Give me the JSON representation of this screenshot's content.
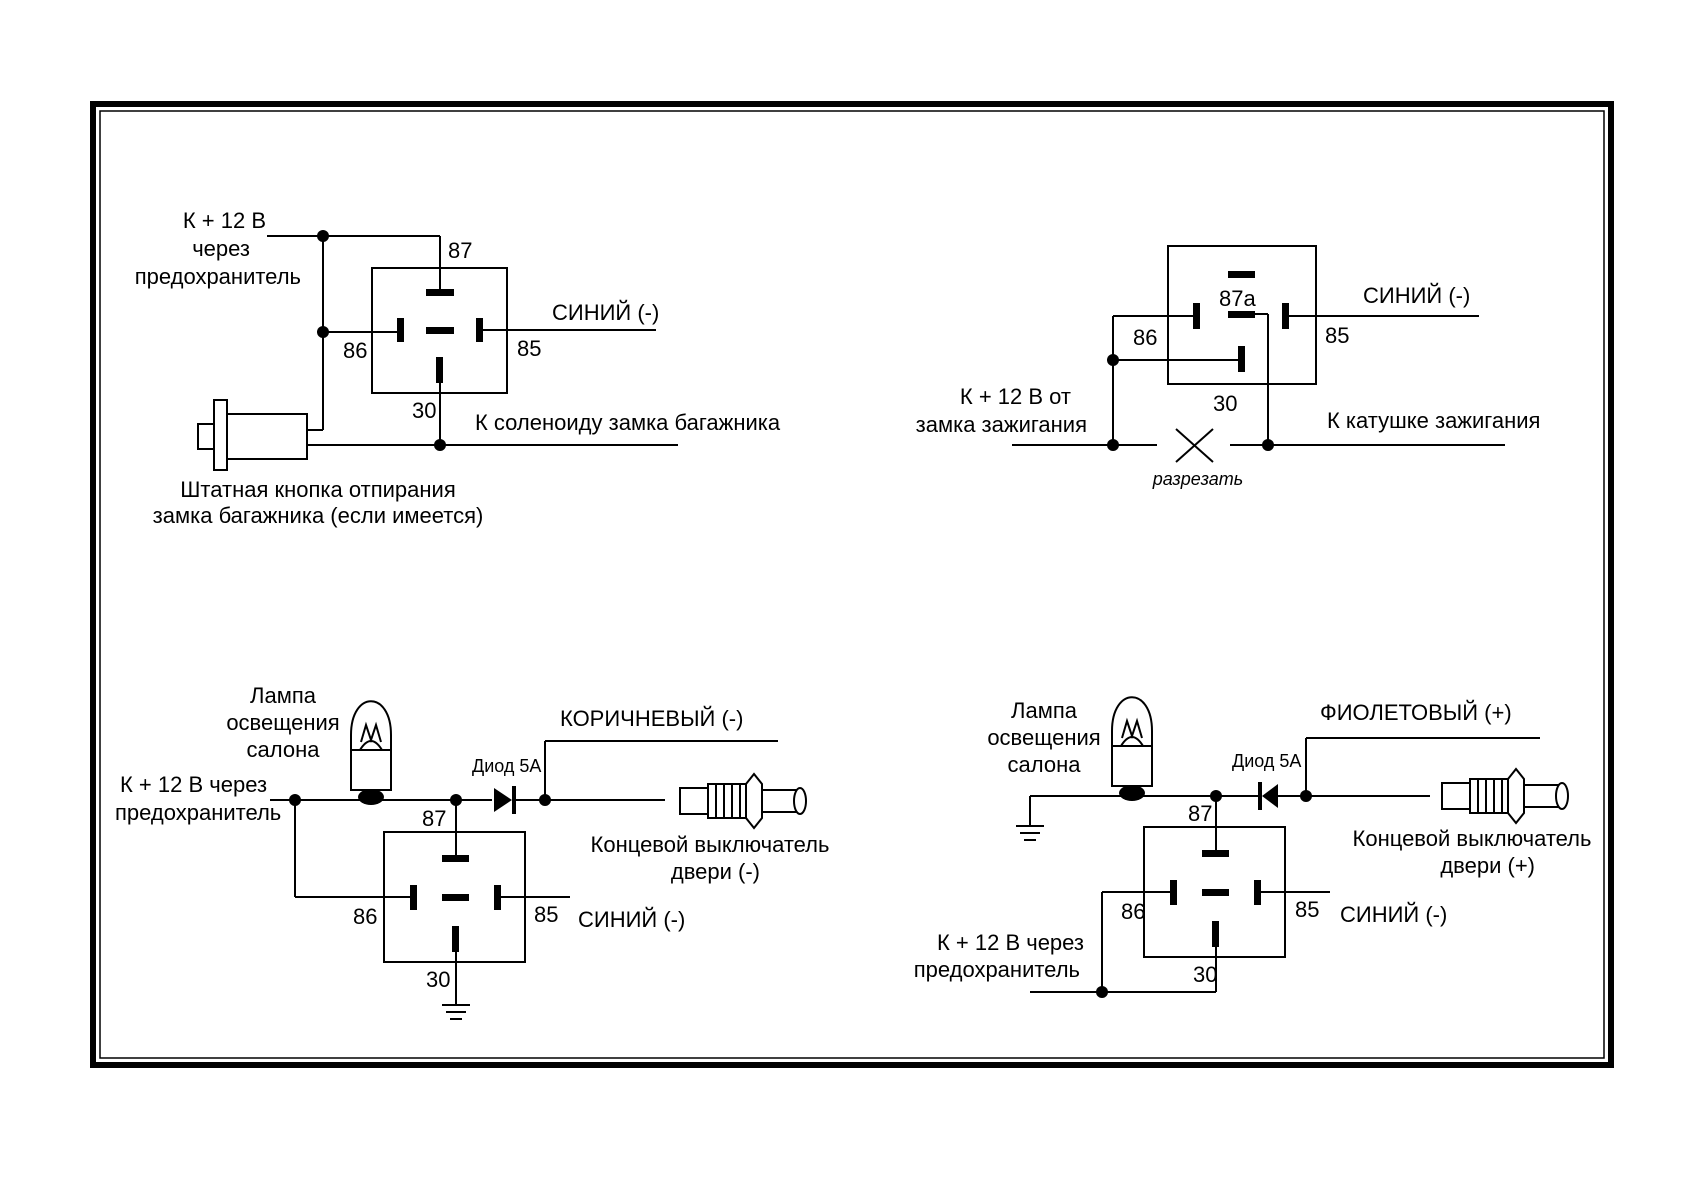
{
  "colors": {
    "ink": "#000000",
    "paper": "#ffffff"
  },
  "top_left": {
    "k12": [
      "К + 12 В",
      "через",
      "предохранитель"
    ],
    "pin87": "87",
    "pin86": "86",
    "pin85": "85",
    "pin30": "30",
    "wire85": "СИНИЙ (-)",
    "wire30": "К соленоиду замка багажника",
    "button": [
      "Штатная кнопка отпирания",
      "замка багажника (если имеется)"
    ]
  },
  "top_right": {
    "pin87a": "87a",
    "pin86": "86",
    "pin85": "85",
    "pin30": "30",
    "wire85": "СИНИЙ (-)",
    "k12": [
      "К + 12 В от",
      "замка зажигания"
    ],
    "coil": "К катушке зажигания",
    "cut": "разрезать"
  },
  "bottom_left": {
    "lamp": [
      "Лампа",
      "освещения",
      "салона"
    ],
    "k12": [
      "К + 12 В через",
      "предохранитель"
    ],
    "diode": "Диод 5А",
    "wire": "КОРИЧНЕВЫЙ (-)",
    "switch": [
      "Концевой выключатель",
      "двери (-)"
    ],
    "pin87": "87",
    "pin86": "86",
    "pin85": "85",
    "pin30": "30",
    "wire85": "СИНИЙ (-)"
  },
  "bottom_right": {
    "lamp": [
      "Лампа",
      "освещения",
      "салона"
    ],
    "diode": "Диод 5А",
    "wire": "ФИОЛЕТОВЫЙ (+)",
    "switch": [
      "Концевой выключатель",
      "двери (+)"
    ],
    "pin87": "87",
    "pin86": "86",
    "pin85": "85",
    "pin30": "30",
    "wire85": "СИНИЙ (-)",
    "k12": [
      "К + 12 В через",
      "предохранитель"
    ]
  }
}
